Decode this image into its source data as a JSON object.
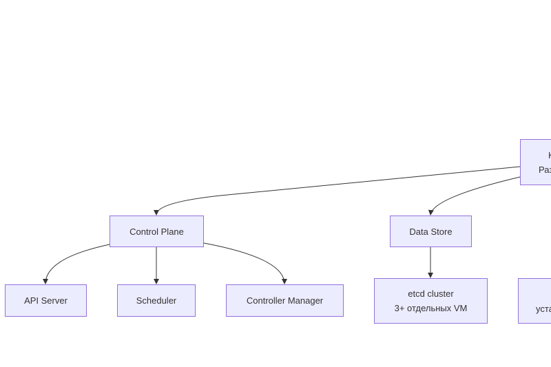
{
  "colors": {
    "node_fill": "#ECECFF",
    "node_stroke": "#9370DB",
    "edge": "#333333",
    "text": "#333333"
  },
  "nodes": {
    "root": {
      "line1": "К",
      "line2": "Раз"
    },
    "control_plane": "Control Plane",
    "data_store": "Data Store",
    "api_server": "API Server",
    "scheduler": "Scheduler",
    "controller_manager": "Controller Manager",
    "etcd": {
      "line1": "etcd cluster",
      "line2": "3+ отдельных VM"
    },
    "partial_right": "уста"
  }
}
